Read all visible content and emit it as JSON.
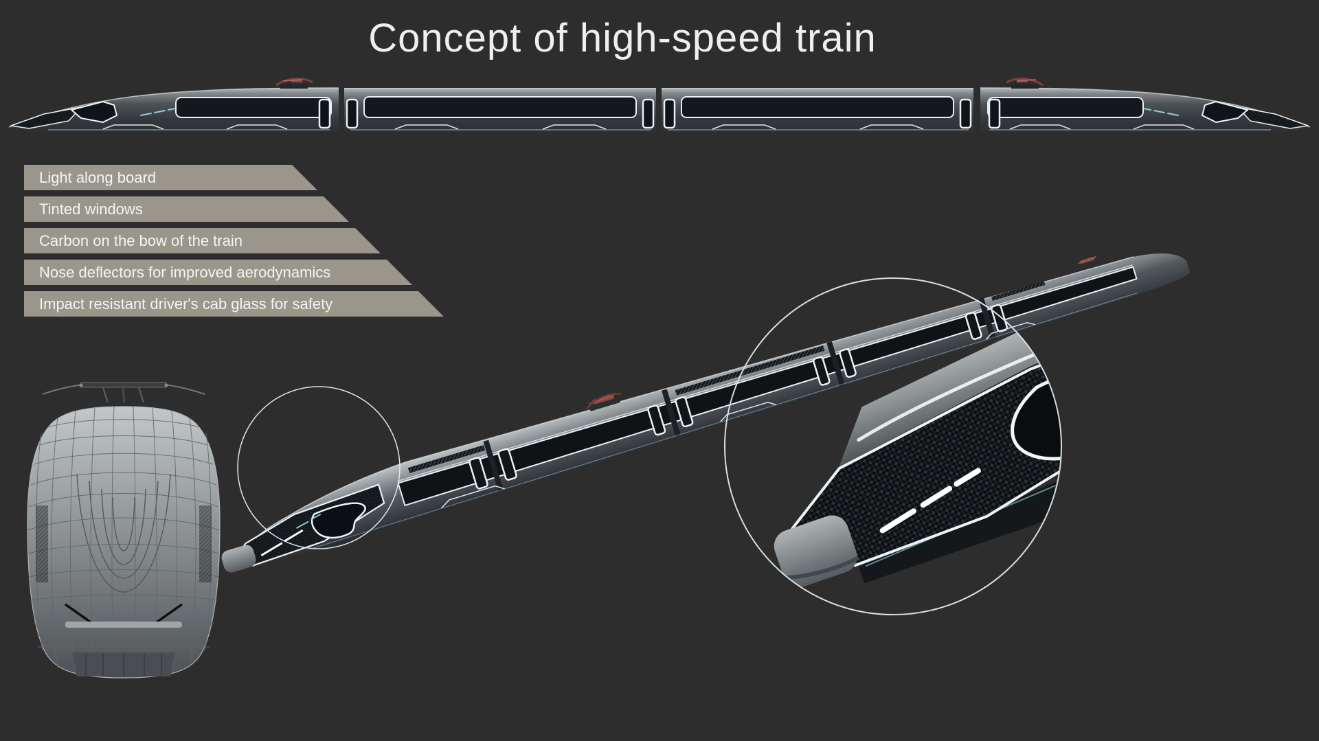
{
  "page": {
    "title": "Concept of high-speed train"
  },
  "callouts": {
    "items": [
      {
        "label": "Light along board"
      },
      {
        "label": "Tinted windows"
      },
      {
        "label": "Carbon on the bow of the train"
      },
      {
        "label": "Nose deflectors for improved aerodynamics"
      },
      {
        "label": "Impact resistant driver's cab glass for safety"
      }
    ]
  },
  "colors": {
    "background": "#2d2d2e",
    "callout_bar": "#9a968c",
    "callout_text": "#f5f5f2",
    "title_text": "#edeff0",
    "outline_white": "#edf3f5",
    "accent_cyan": "#9fd9e8",
    "carbon_dark": "#0d1114",
    "train_body_gray": "#6f7478",
    "pantograph_red": "#8a4a40",
    "wireframe_gray": "#9aa0a3"
  }
}
